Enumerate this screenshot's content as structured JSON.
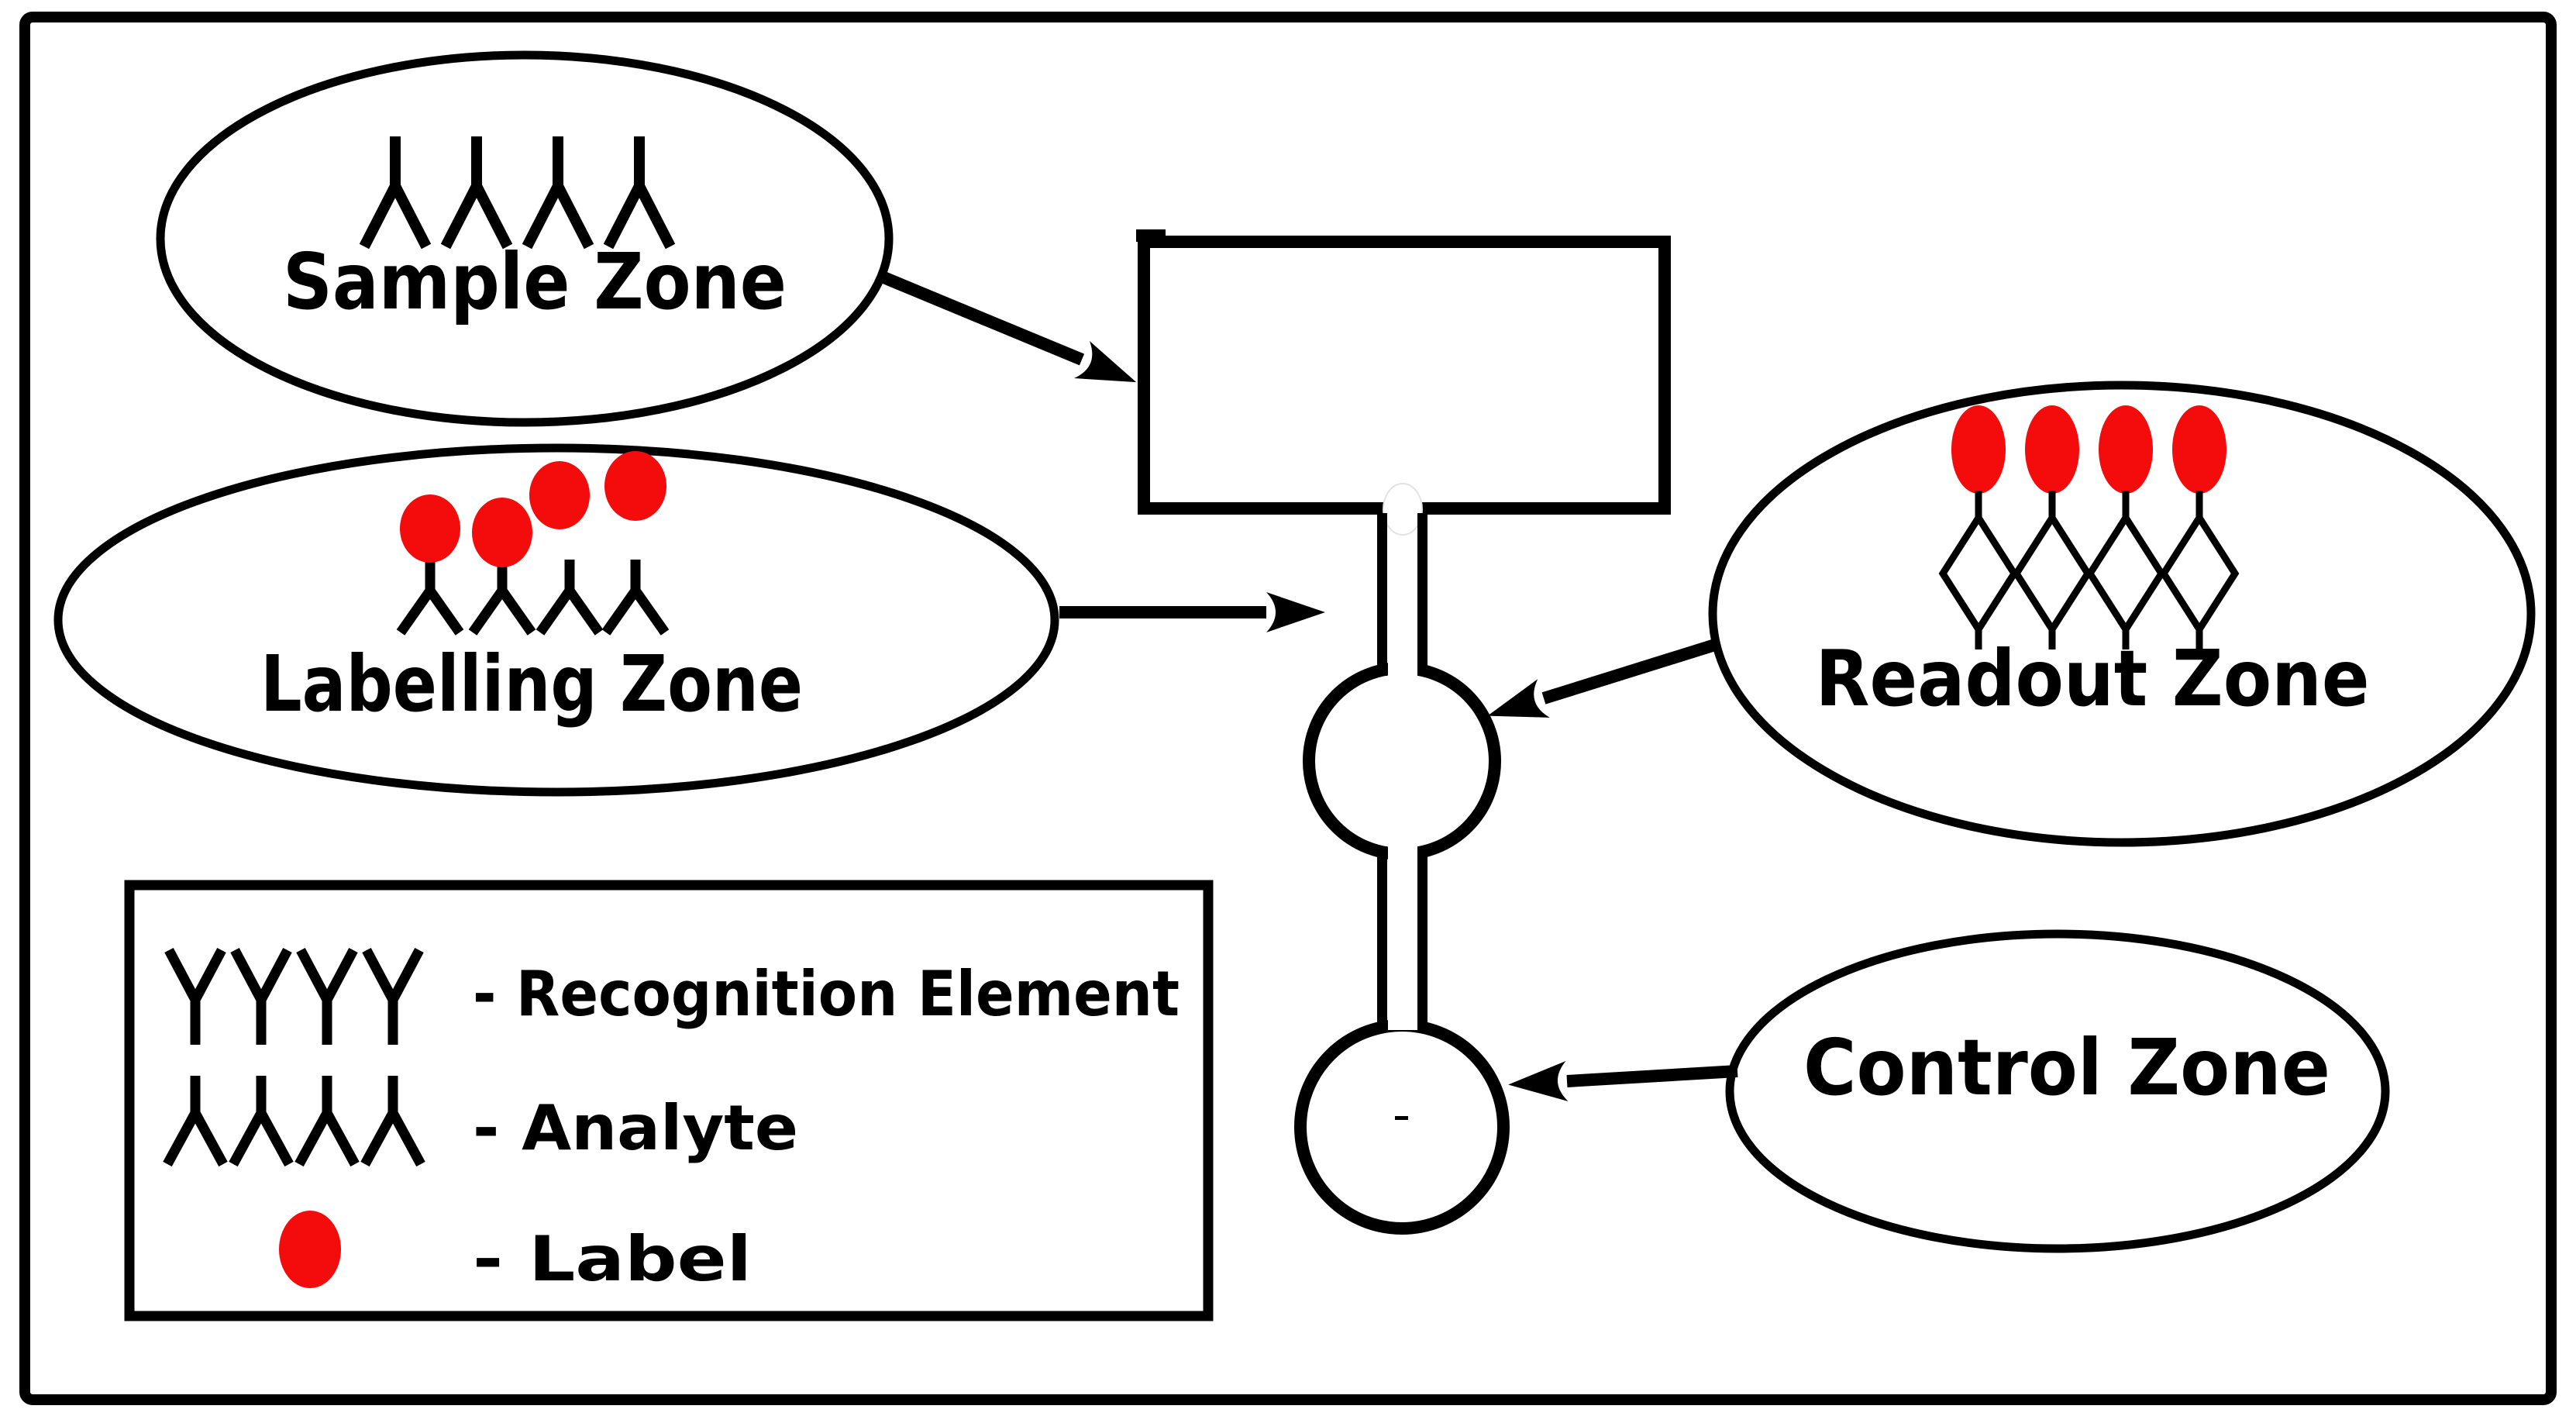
{
  "diagram": {
    "title_hint": "Lateral flow assay device schematic",
    "zones": {
      "sample": {
        "label": "Sample Zone",
        "analyte_count": 4
      },
      "labelling": {
        "label": "Labelling Zone",
        "antibody_count": 4,
        "label_dot_count": 4
      },
      "readout": {
        "label": "Readout Zone",
        "complex_count": 4
      },
      "control": {
        "label": "Control Zone"
      }
    },
    "legend": {
      "items": [
        {
          "symbol": "recognition-element-y",
          "count": 4,
          "text": "- Recognition Element"
        },
        {
          "symbol": "analyte-lambda",
          "count": 4,
          "text": "- Analyte"
        },
        {
          "symbol": "label-dot",
          "count": 1,
          "text": "- Label"
        }
      ]
    },
    "device": {
      "parts": [
        "inlet-rectangle",
        "channel",
        "readout-well",
        "control-well"
      ],
      "arrow_count": 4
    },
    "colors": {
      "label_red": "#f40b0b",
      "ink_black": "#000000",
      "background": "#ffffff"
    }
  }
}
